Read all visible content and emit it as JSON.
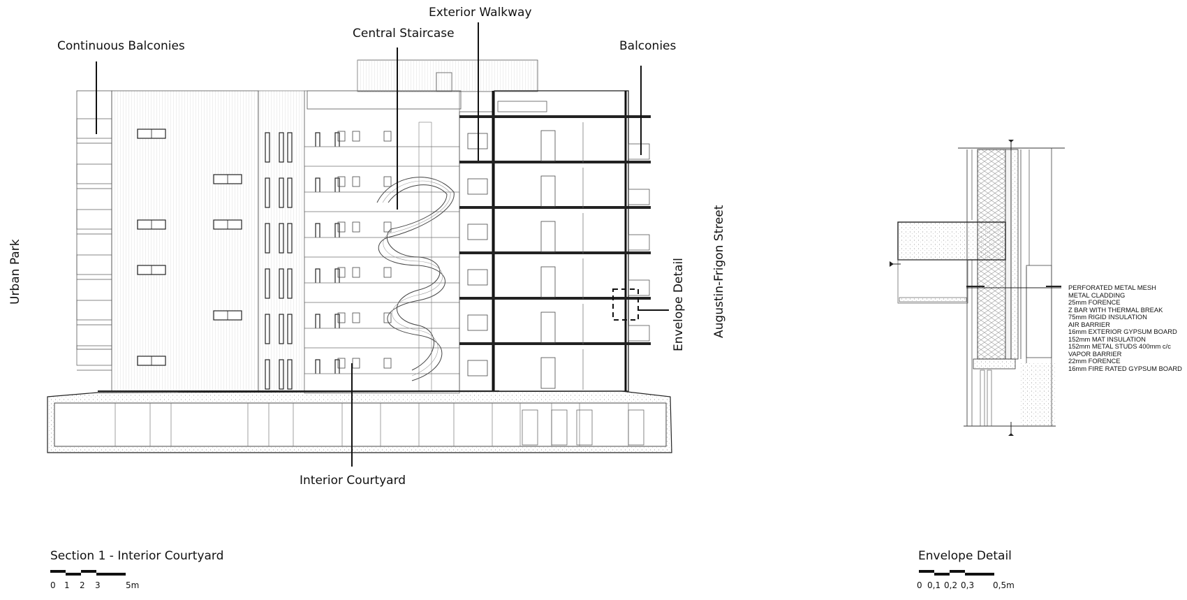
{
  "labels": {
    "continuous_balconies": "Continuous Balconies",
    "central_staircase": "Central Staircase",
    "exterior_walkway": "Exterior Walkway",
    "balconies": "Balconies",
    "interior_courtyard": "Interior Courtyard",
    "envelope_detail": "Envelope Detail",
    "urban_park": "Urban Park",
    "augustin_frigon_street": "Augustin-Frigon Street"
  },
  "section_title": "Section 1 - Interior Courtyard",
  "section_scale": [
    "0",
    "1",
    "2",
    "3",
    "5m"
  ],
  "detail_title": "Envelope Detail",
  "detail_scale": [
    "0",
    "0,1",
    "0,2",
    "0,3",
    "0,5m"
  ],
  "layers": [
    "PERFORATED METAL MESH",
    "METAL CLADDING",
    "25mm FORENCE",
    "Z BAR WITH THERMAL BREAK",
    "75mm RIGID INSULATION",
    "AIR BARRIER",
    "16mm EXTERIOR GYPSUM BOARD",
    "152mm MAT INSULATION",
    "152mm METAL STUDS 400mm c/c",
    "VAPOR BARRIER",
    "22mm FORENCE",
    "16mm FIRE RATED GYPSUM BOARD"
  ],
  "colors": {
    "ink": "#111111",
    "line": "#555555",
    "fill_hatch": "#e6e6e6"
  }
}
